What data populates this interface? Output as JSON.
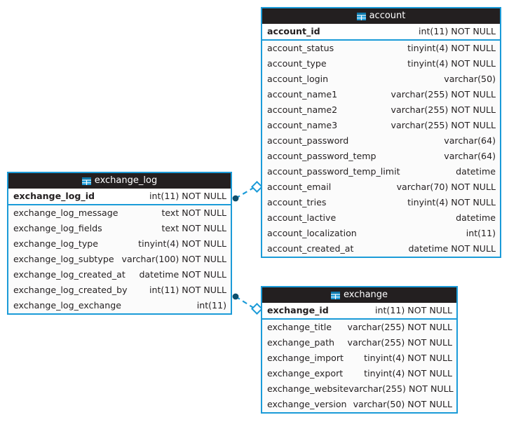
{
  "diagram": {
    "title": "database-er-diagram",
    "background": "#ffffff",
    "accent": "#1b9bd8",
    "header_bg": "#231f20",
    "header_fg": "#ffffff",
    "text_color": "#231f20",
    "icon": "table-icon"
  },
  "entities": [
    {
      "name": "account",
      "icon": "table-icon",
      "primary_key": {
        "name": "account_id",
        "type": "int(11) NOT NULL"
      },
      "columns": [
        {
          "name": "account_status",
          "type": "tinyint(4) NOT NULL"
        },
        {
          "name": "account_type",
          "type": "tinyint(4) NOT NULL"
        },
        {
          "name": "account_login",
          "type": "varchar(50)"
        },
        {
          "name": "account_name1",
          "type": "varchar(255) NOT NULL"
        },
        {
          "name": "account_name2",
          "type": "varchar(255) NOT NULL"
        },
        {
          "name": "account_name3",
          "type": "varchar(255) NOT NULL"
        },
        {
          "name": "account_password",
          "type": "varchar(64)"
        },
        {
          "name": "account_password_temp",
          "type": "varchar(64)"
        },
        {
          "name": "account_password_temp_limit",
          "type": "datetime"
        },
        {
          "name": "account_email",
          "type": "varchar(70) NOT NULL"
        },
        {
          "name": "account_tries",
          "type": "tinyint(4) NOT NULL"
        },
        {
          "name": "account_lactive",
          "type": "datetime"
        },
        {
          "name": "account_localization",
          "type": "int(11)"
        },
        {
          "name": "account_created_at",
          "type": "datetime NOT NULL"
        }
      ]
    },
    {
      "name": "exchange_log",
      "icon": "table-icon",
      "primary_key": {
        "name": "exchange_log_id",
        "type": "int(11) NOT NULL"
      },
      "columns": [
        {
          "name": "exchange_log_message",
          "type": "text NOT NULL"
        },
        {
          "name": "exchange_log_fields",
          "type": "text NOT NULL"
        },
        {
          "name": "exchange_log_type",
          "type": "tinyint(4) NOT NULL"
        },
        {
          "name": "exchange_log_subtype",
          "type": "varchar(100) NOT NULL"
        },
        {
          "name": "exchange_log_created_at",
          "type": "datetime NOT NULL"
        },
        {
          "name": "exchange_log_created_by",
          "type": "int(11) NOT NULL"
        },
        {
          "name": "exchange_log_exchange",
          "type": "int(11)"
        }
      ]
    },
    {
      "name": "exchange",
      "icon": "table-icon",
      "primary_key": {
        "name": "exchange_id",
        "type": "int(11) NOT NULL"
      },
      "columns": [
        {
          "name": "exchange_title",
          "type": "varchar(255) NOT NULL"
        },
        {
          "name": "exchange_path",
          "type": "varchar(255) NOT NULL"
        },
        {
          "name": "exchange_import",
          "type": "tinyint(4) NOT NULL"
        },
        {
          "name": "exchange_export",
          "type": "tinyint(4) NOT NULL"
        },
        {
          "name": "exchange_website",
          "type": "varchar(255) NOT NULL"
        },
        {
          "name": "exchange_version",
          "type": "varchar(50) NOT NULL"
        }
      ]
    }
  ],
  "relationships": [
    {
      "id": "rel-exchange-log-created-by-account",
      "from_entity": "exchange_log",
      "from_column": "exchange_log_id",
      "to_entity": "account",
      "to_column": "account_id",
      "from_marker": "dot",
      "to_marker": "diamond",
      "style": "dashed"
    },
    {
      "id": "rel-exchange-log-exchange-exchange",
      "from_entity": "exchange_log",
      "from_column": "exchange_log_created_by",
      "to_entity": "exchange",
      "to_column": "exchange_id",
      "from_marker": "dot",
      "to_marker": "diamond",
      "style": "dashed"
    }
  ]
}
